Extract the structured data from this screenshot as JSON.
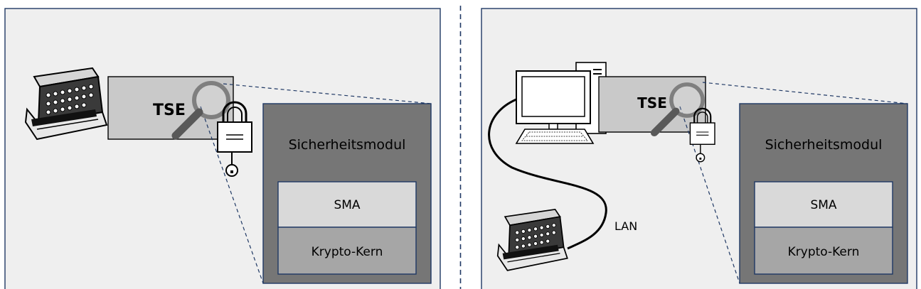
{
  "panels": [
    {
      "id": "left",
      "tse_label": "TSE",
      "module_title": "Sicherheitsmodul",
      "sma_label": "SMA",
      "krypto_label": "Krypto-Kern"
    },
    {
      "id": "right",
      "tse_label": "TSE",
      "module_title": "Sicherheitsmodul",
      "sma_label": "SMA",
      "krypto_label": "Krypto-Kern",
      "lan_label": "LAN"
    }
  ],
  "colors": {
    "panel_bg": "#efefef",
    "frame": "#1f3864",
    "tse_box": "#c9c9c9",
    "module_outer": "#767676",
    "sma_box": "#d9d9d9",
    "krypto_box": "#a6a6a6",
    "dashed_line": "#1f3864"
  }
}
